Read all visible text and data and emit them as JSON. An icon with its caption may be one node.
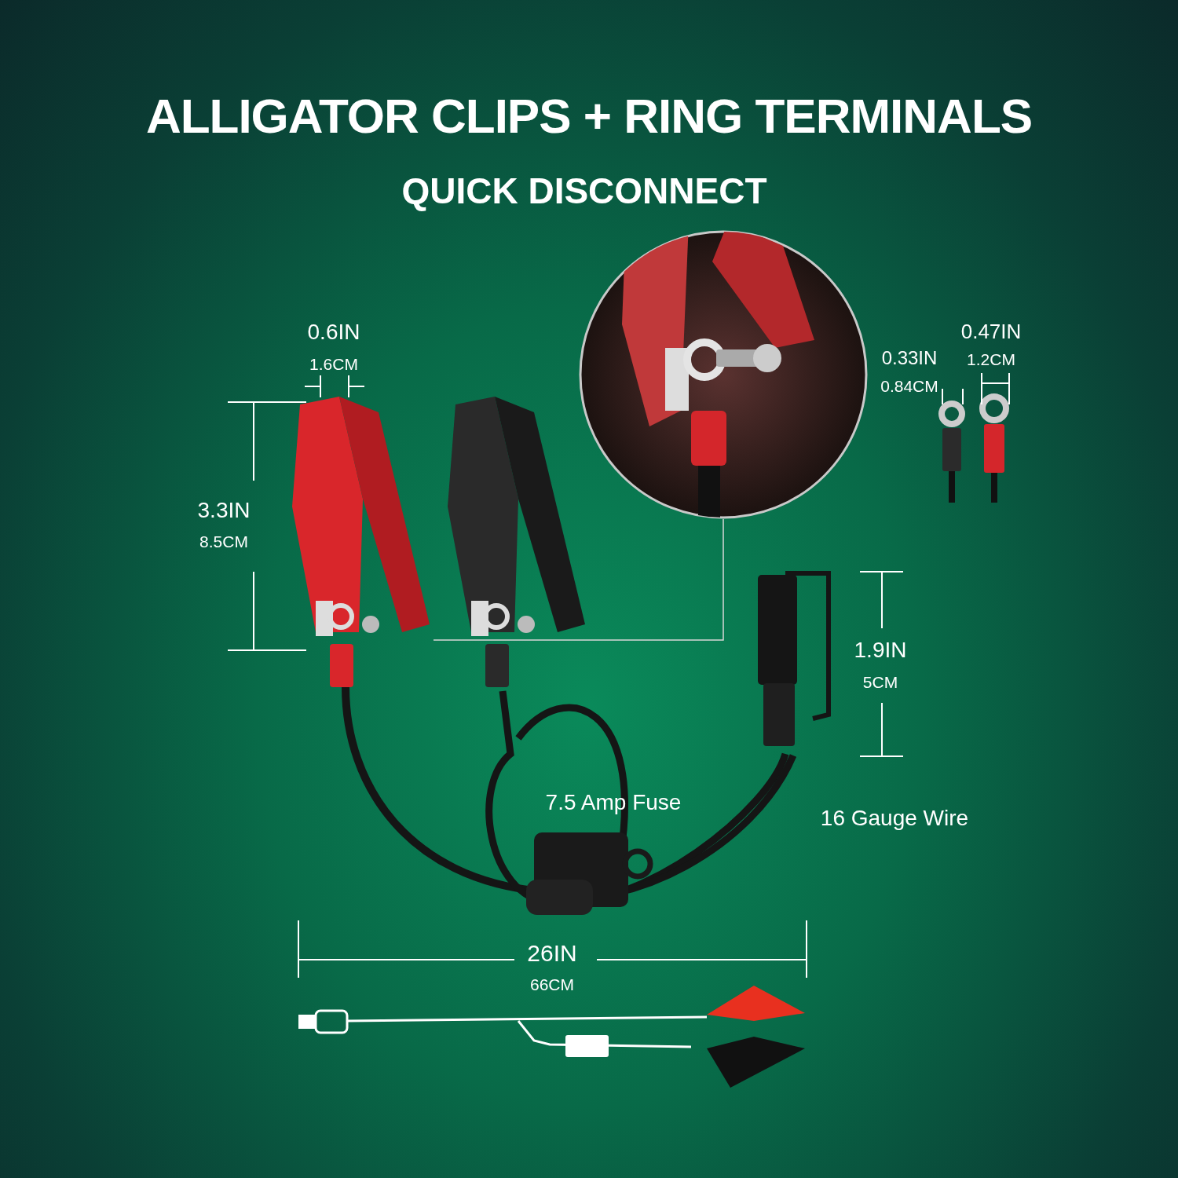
{
  "diagram": {
    "title": "ALLIGATOR CLIPS + RING TERMINALS",
    "nodes": [
      {
        "text": [],
        "shape": "picture"
      },
      {
        "text": [],
        "shape": "picture"
      }
    ],
    "edges": [
      {
        "from": 0,
        "to": 1,
        "arrow": "none"
      }
    ],
    "labels": [
      "QUICK DISCONNECT",
      "0.6IN",
      "1.6CM",
      "0.47IN",
      "0.33IN",
      "1.2CM",
      "0.84CM",
      "3.3IN",
      "8.5CM",
      "1.9IN",
      "5CM",
      "7.5 Amp Fuse",
      "16 Gauge Wire",
      "26IN",
      "66CM"
    ]
  }
}
